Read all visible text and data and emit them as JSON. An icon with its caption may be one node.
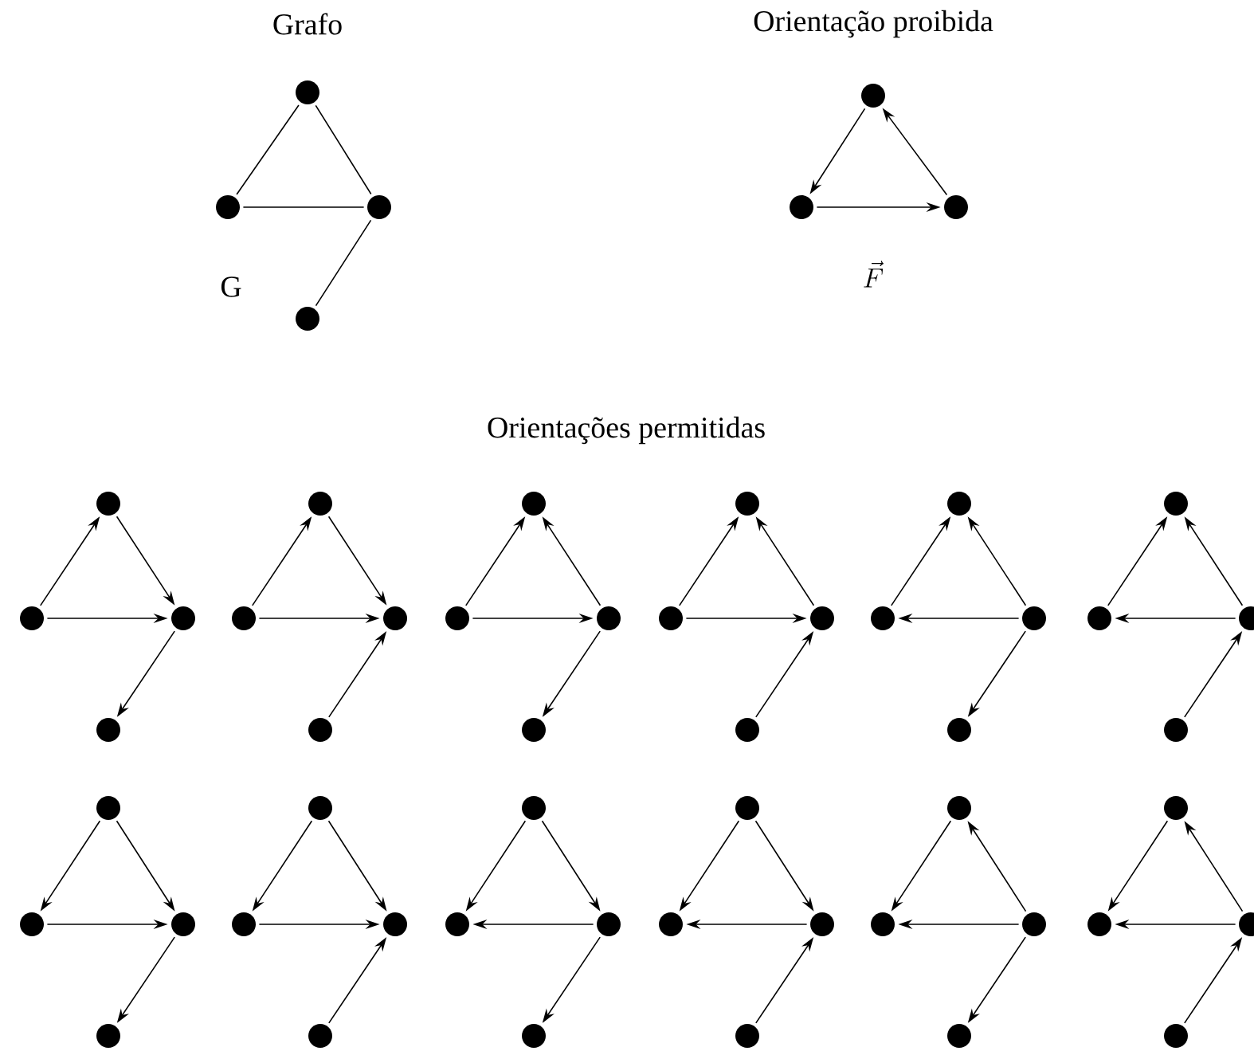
{
  "diagram": {
    "nodes": [
      {
        "text": [],
        "shape": "circle"
      },
      {
        "text": [],
        "shape": "circle"
      },
      {
        "text": [],
        "shape": "circle"
      },
      {
        "text": [],
        "shape": "circle"
      },
      {
        "text": [],
        "shape": "circle"
      },
      {
        "text": [],
        "shape": "circle"
      },
      {
        "text": [],
        "shape": "circle"
      },
      {
        "text": [],
        "shape": "circle"
      },
      {
        "text": [],
        "shape": "circle"
      },
      {
        "text": [],
        "shape": "circle"
      },
      {
        "text": [],
        "shape": "circle"
      },
      {
        "text": [],
        "shape": "circle"
      },
      {
        "text": [],
        "shape": "circle"
      },
      {
        "text": [],
        "shape": "circle"
      },
      {
        "text": [],
        "shape": "circle"
      },
      {
        "text": [],
        "shape": "circle"
      },
      {
        "text": [],
        "shape": "circle"
      },
      {
        "text": [],
        "shape": "circle"
      },
      {
        "text": [],
        "shape": "circle"
      },
      {
        "text": [],
        "shape": "circle"
      },
      {
        "text": [],
        "shape": "circle"
      },
      {
        "text": [],
        "shape": "circle"
      },
      {
        "text": [],
        "shape": "circle"
      },
      {
        "text": [],
        "shape": "circle"
      },
      {
        "text": [],
        "shape": "circle"
      },
      {
        "text": [],
        "shape": "circle"
      },
      {
        "text": [],
        "shape": "circle"
      },
      {
        "text": [],
        "shape": "circle"
      },
      {
        "text": [],
        "shape": "circle"
      },
      {
        "text": [],
        "shape": "circle"
      },
      {
        "text": [],
        "shape": "circle"
      },
      {
        "text": [],
        "shape": "circle"
      },
      {
        "text": [],
        "shape": "circle"
      },
      {
        "text": [],
        "shape": "circle"
      },
      {
        "text": [],
        "shape": "circle"
      },
      {
        "text": [],
        "shape": "circle"
      },
      {
        "text": [],
        "shape": "circle"
      },
      {
        "text": [],
        "shape": "circle"
      },
      {
        "text": [],
        "shape": "circle"
      },
      {
        "text": [],
        "shape": "circle"
      },
      {
        "text": [],
        "shape": "circle"
      },
      {
        "text": [],
        "shape": "circle"
      },
      {
        "text": [],
        "shape": "circle"
      },
      {
        "text": [],
        "shape": "circle"
      },
      {
        "text": [],
        "shape": "circle"
      },
      {
        "text": [],
        "shape": "circle"
      },
      {
        "text": [],
        "shape": "circle"
      },
      {
        "text": [],
        "shape": "circle"
      },
      {
        "text": [],
        "shape": "circle"
      },
      {
        "text": [],
        "shape": "circle"
      },
      {
        "text": [],
        "shape": "circle"
      },
      {
        "text": [],
        "shape": "circle"
      },
      {
        "text": [],
        "shape": "circle"
      },
      {
        "text": [],
        "shape": "circle"
      },
      {
        "text": [],
        "shape": "circle"
      }
    ],
    "edges": [
      {
        "from": 1,
        "to": 0,
        "arrow": "none"
      },
      {
        "from": 0,
        "to": 2,
        "arrow": "none"
      },
      {
        "from": 1,
        "to": 2,
        "arrow": "none"
      },
      {
        "from": 2,
        "to": 3,
        "arrow": "none"
      },
      {
        "from": 4,
        "to": 5,
        "arrow": "to"
      },
      {
        "from": 5,
        "to": 6,
        "arrow": "to"
      },
      {
        "from": 6,
        "to": 4,
        "arrow": "to"
      },
      {
        "from": 8,
        "to": 7,
        "arrow": "to"
      },
      {
        "from": 7,
        "to": 9,
        "arrow": "to"
      },
      {
        "from": 8,
        "to": 9,
        "arrow": "to"
      },
      {
        "from": 9,
        "to": 10,
        "arrow": "to"
      },
      {
        "from": 12,
        "to": 11,
        "arrow": "to"
      },
      {
        "from": 11,
        "to": 13,
        "arrow": "to"
      },
      {
        "from": 12,
        "to": 13,
        "arrow": "to"
      },
      {
        "from": 14,
        "to": 13,
        "arrow": "to"
      },
      {
        "from": 16,
        "to": 15,
        "arrow": "to"
      },
      {
        "from": 17,
        "to": 15,
        "arrow": "to"
      },
      {
        "from": 16,
        "to": 17,
        "arrow": "to"
      },
      {
        "from": 17,
        "to": 18,
        "arrow": "to"
      },
      {
        "from": 20,
        "to": 19,
        "arrow": "to"
      },
      {
        "from": 21,
        "to": 19,
        "arrow": "to"
      },
      {
        "from": 20,
        "to": 21,
        "arrow": "to"
      },
      {
        "from": 22,
        "to": 21,
        "arrow": "to"
      },
      {
        "from": 24,
        "to": 23,
        "arrow": "to"
      },
      {
        "from": 25,
        "to": 23,
        "arrow": "to"
      },
      {
        "from": 25,
        "to": 24,
        "arrow": "to"
      },
      {
        "from": 25,
        "to": 26,
        "arrow": "to"
      },
      {
        "from": 28,
        "to": 27,
        "arrow": "to"
      },
      {
        "from": 29,
        "to": 27,
        "arrow": "to"
      },
      {
        "from": 29,
        "to": 28,
        "arrow": "to"
      },
      {
        "from": 30,
        "to": 29,
        "arrow": "to"
      },
      {
        "from": 31,
        "to": 32,
        "arrow": "to"
      },
      {
        "from": 31,
        "to": 33,
        "arrow": "to"
      },
      {
        "from": 32,
        "to": 33,
        "arrow": "to"
      },
      {
        "from": 33,
        "to": 34,
        "arrow": "to"
      },
      {
        "from": 35,
        "to": 36,
        "arrow": "to"
      },
      {
        "from": 35,
        "to": 37,
        "arrow": "to"
      },
      {
        "from": 36,
        "to": 37,
        "arrow": "to"
      },
      {
        "from": 38,
        "to": 37,
        "arrow": "to"
      },
      {
        "from": 39,
        "to": 40,
        "arrow": "to"
      },
      {
        "from": 39,
        "to": 41,
        "arrow": "to"
      },
      {
        "from": 41,
        "to": 40,
        "arrow": "to"
      },
      {
        "from": 41,
        "to": 42,
        "arrow": "to"
      },
      {
        "from": 43,
        "to": 44,
        "arrow": "to"
      },
      {
        "from": 43,
        "to": 45,
        "arrow": "to"
      },
      {
        "from": 45,
        "to": 44,
        "arrow": "to"
      },
      {
        "from": 46,
        "to": 45,
        "arrow": "to"
      },
      {
        "from": 47,
        "to": 48,
        "arrow": "to"
      },
      {
        "from": 49,
        "to": 47,
        "arrow": "to"
      },
      {
        "from": 49,
        "to": 48,
        "arrow": "to"
      },
      {
        "from": 49,
        "to": 50,
        "arrow": "to"
      },
      {
        "from": 51,
        "to": 52,
        "arrow": "to"
      },
      {
        "from": 53,
        "to": 51,
        "arrow": "to"
      },
      {
        "from": 53,
        "to": 52,
        "arrow": "to"
      },
      {
        "from": 54,
        "to": 53,
        "arrow": "to"
      }
    ],
    "labels": [
      "Grafo",
      "Orientação proibida",
      "G",
      "\\vec{F}",
      "Orientações permitidas"
    ]
  }
}
